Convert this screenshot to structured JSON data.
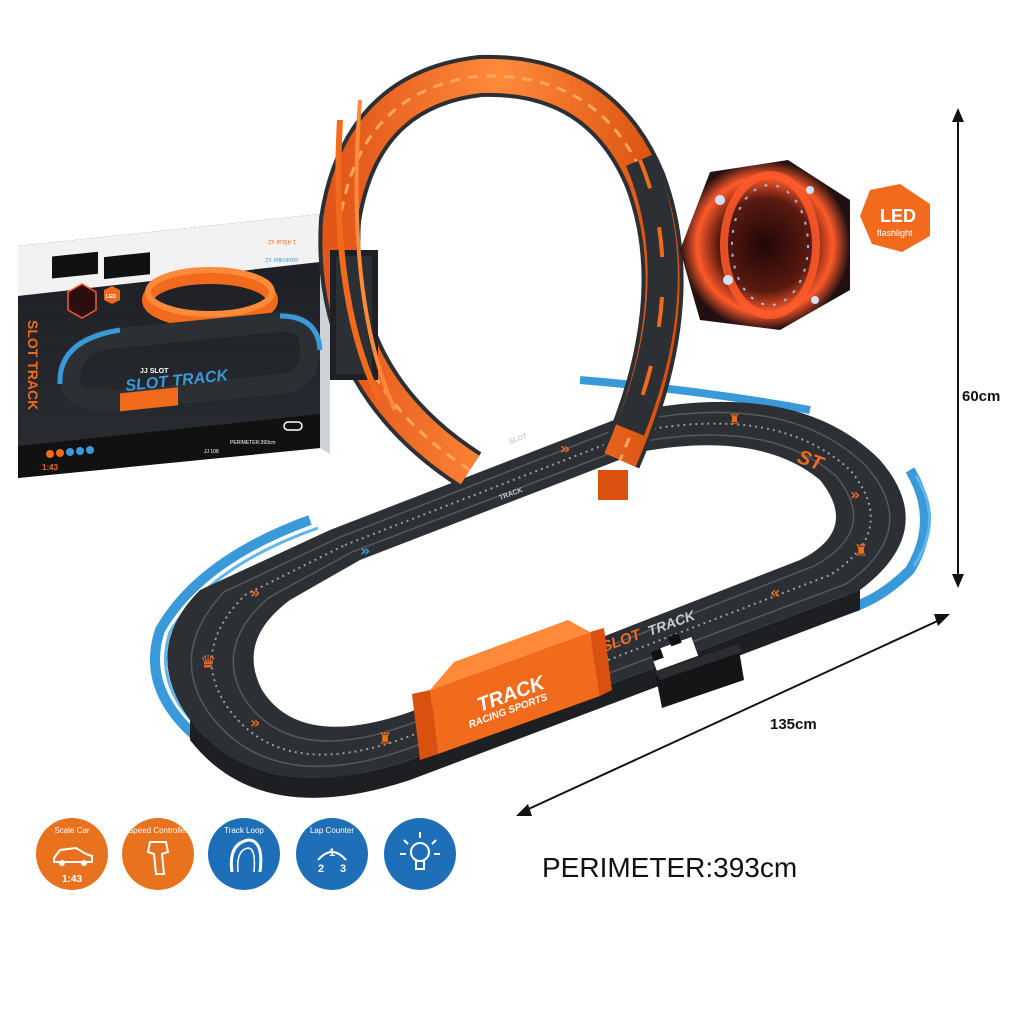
{
  "box": {
    "brand": "JJ SLOT",
    "title": "SLOT TRACK",
    "side_text": "SLOT TRACK",
    "perimeter_text": "PERIMETER:393cm",
    "model": "JJ 108",
    "car_count": "1:43car x2",
    "controller_count": "controller x2",
    "scale": "1:43",
    "led": "LED"
  },
  "track": {
    "start_banner": "TRACK",
    "start_sub": "RACING SPORTS",
    "track_word": "TRACK",
    "slot_word": "SLOT",
    "st_mark": "ST"
  },
  "led_badge": {
    "title": "LED",
    "subtitle": "flashlight"
  },
  "dimensions": {
    "height": "60cm",
    "width": "135cm"
  },
  "perimeter": "PERIMETER:393cm",
  "features": [
    {
      "label": "Scale Car",
      "value": "1:43",
      "color": "#e8721e"
    },
    {
      "label": "Speed Controller",
      "value": "",
      "color": "#e8721e"
    },
    {
      "label": "Track Loop",
      "value": "",
      "color": "#1f6fb8"
    },
    {
      "label": "Lap Counter",
      "value": "",
      "color": "#1f6fb8"
    },
    {
      "label": "",
      "value": "",
      "color": "#1f6fb8"
    }
  ],
  "colors": {
    "orange": "#f26b1d",
    "blue": "#3a9ad9",
    "track": "#2c2f33"
  }
}
